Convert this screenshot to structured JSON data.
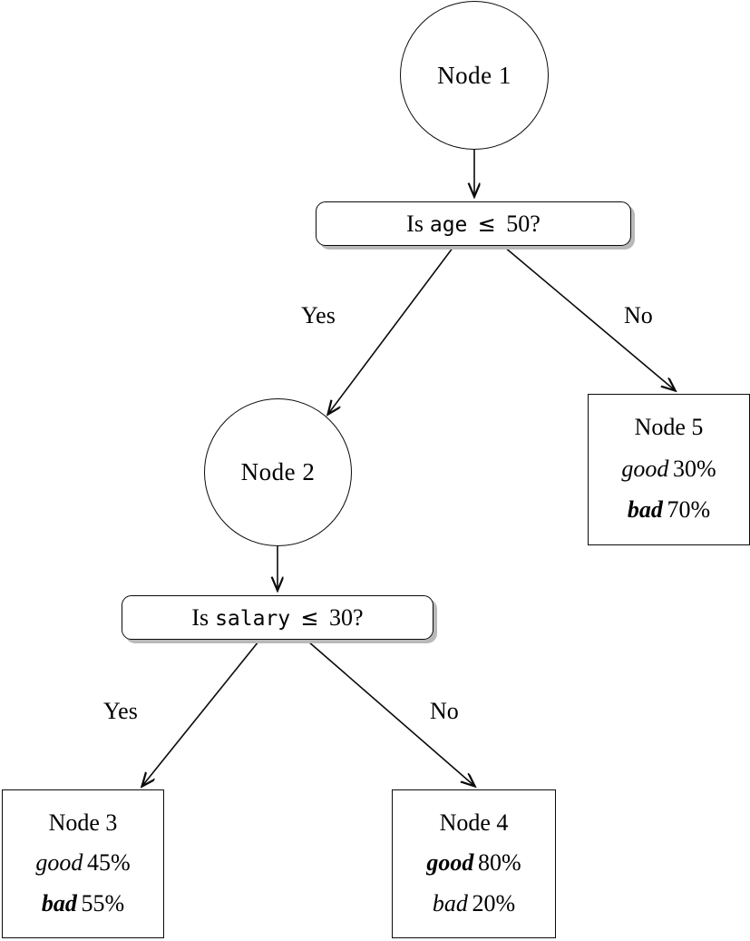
{
  "diagram": {
    "type": "decision-tree",
    "title": "Decision tree for good/bad classification",
    "colors": {
      "stroke": "#0a0a0a",
      "fill": "#ffffff",
      "shadow": "#b9b9b9",
      "text": "#000000"
    }
  },
  "nodes": {
    "node1": {
      "label": "Node 1",
      "shape": "circle"
    },
    "node2": {
      "label": "Node 2",
      "shape": "circle"
    }
  },
  "decisions": {
    "age": {
      "prefix": "Is",
      "variable": "age",
      "relation": "≤",
      "threshold": "50?",
      "full_text": "Is age ≤ 50?"
    },
    "salary": {
      "prefix": "Is",
      "variable": "salary",
      "relation": "≤",
      "threshold": "30?",
      "full_text": "Is salary ≤ 30?"
    }
  },
  "edge_labels": {
    "age_yes": "Yes",
    "age_no": "No",
    "salary_yes": "Yes",
    "salary_no": "No"
  },
  "leaves": {
    "node3": {
      "title": "Node 3",
      "rows": [
        {
          "class_label": "good",
          "percent": "45%",
          "majority": false
        },
        {
          "class_label": "bad",
          "percent": "55%",
          "majority": true
        }
      ]
    },
    "node4": {
      "title": "Node 4",
      "rows": [
        {
          "class_label": "good",
          "percent": "80%",
          "majority": true
        },
        {
          "class_label": "bad",
          "percent": "20%",
          "majority": false
        }
      ]
    },
    "node5": {
      "title": "Node 5",
      "rows": [
        {
          "class_label": "good",
          "percent": "30%",
          "majority": false
        },
        {
          "class_label": "bad",
          "percent": "70%",
          "majority": true
        }
      ]
    }
  },
  "chart_data": {
    "type": "diagram",
    "title": "Decision tree",
    "splits": [
      {
        "node": "Node 1",
        "question": "Is age ≤ 50?",
        "yes_to": "Node 2",
        "no_to": "Node 5"
      },
      {
        "node": "Node 2",
        "question": "Is salary ≤ 30?",
        "yes_to": "Node 3",
        "no_to": "Node 4"
      }
    ],
    "terminal_nodes": [
      {
        "node": "Node 3",
        "good": 45,
        "bad": 55,
        "predicted": "bad"
      },
      {
        "node": "Node 4",
        "good": 80,
        "bad": 20,
        "predicted": "good"
      },
      {
        "node": "Node 5",
        "good": 30,
        "bad": 70,
        "predicted": "bad"
      }
    ]
  }
}
